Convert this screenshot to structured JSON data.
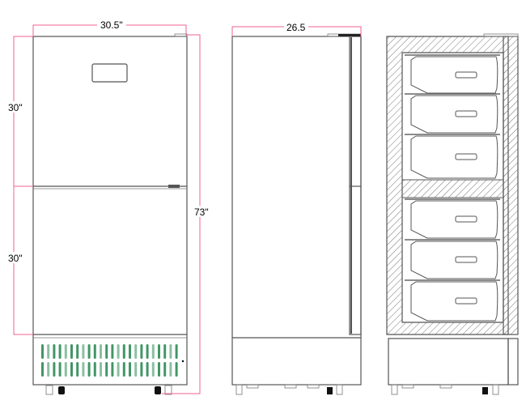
{
  "dimensions": {
    "width_front": "30.5\"",
    "upper_height": "30\"",
    "lower_height": "30\"",
    "total_height": "73\"",
    "depth": "26.5"
  },
  "colors": {
    "dimension_line": "#f06292",
    "outline": "#555555",
    "grille_slot": "#2e8b57"
  },
  "views": [
    "front-view",
    "side-view",
    "section-view"
  ],
  "grille": {
    "rows": 2,
    "columns": 24
  },
  "section": {
    "upper_drawers": 3,
    "lower_drawers": 3
  }
}
